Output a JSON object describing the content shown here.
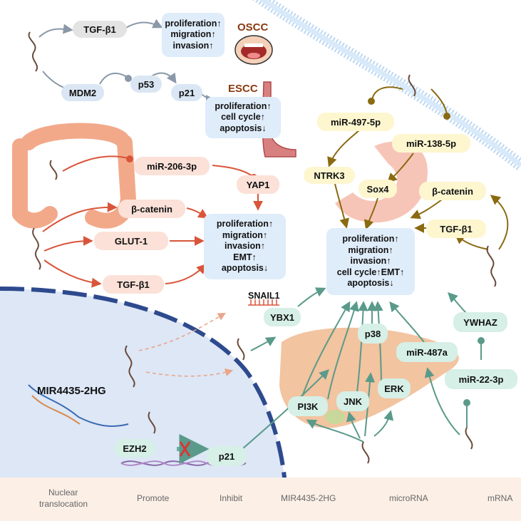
{
  "oscc": {
    "nodes": {
      "tgf": "TGF-β1"
    },
    "effects": [
      "proliferation↑",
      "migration↑",
      "invasion↑"
    ],
    "label": "OSCC"
  },
  "escc": {
    "nodes": {
      "mdm2": "MDM2",
      "p53": "p53",
      "p21": "p21"
    },
    "effects": [
      "proliferation↑",
      "cell cycle↑",
      "apoptosis↓"
    ],
    "label": "ESCC"
  },
  "crc": {
    "nodes": {
      "mir206": "miR-206-3p",
      "yap1": "YAP1",
      "bcat": "β-catenin",
      "glut1": "GLUT-1",
      "tgf": "TGF-β1"
    },
    "effects": [
      "proliferation↑",
      "migration↑",
      "invasion↑",
      "EMT↑",
      "apoptosis↓"
    ]
  },
  "gc": {
    "nodes": {
      "mir497": "miR-497-5p",
      "mir138": "miR-138-5p",
      "ntrk3": "NTRK3",
      "sox4": "Sox4",
      "bcat": "β-catenin",
      "tgf": "TGF-β1"
    },
    "effects": [
      "proliferation↑",
      "migration↑",
      "invasion↑",
      "cell cycle↑EMT↑",
      "apoptosis↓"
    ]
  },
  "hcc": {
    "nodes": {
      "snail1": "SNAIL1",
      "ybx1": "YBX1",
      "ywhaz": "YWHAZ",
      "mir487": "miR-487a",
      "mir22": "miR-22-3p",
      "p38": "p38",
      "pi3k": "PI3K",
      "jnk": "JNK",
      "erk": "ERK"
    }
  },
  "nucleus": {
    "gene": "MIR4435-2HG",
    "ezh2": "EZH2",
    "p21": "p21"
  },
  "legend": {
    "nuclear": [
      "Nuclear",
      "translocation"
    ],
    "promote": "Promote",
    "inhibit": "Inhibit",
    "lnc": "MIR4435-2HG",
    "mirna": "microRNA",
    "mrna": "mRNA"
  },
  "colors": {
    "oscc_arrow": "#8a98a8",
    "crc_arrow": "#d9553a",
    "gc_arrow": "#8a6a10",
    "hcc_arrow": "#5a9a8a",
    "nucleus": "#dde7f6",
    "title": "#8a3a10"
  }
}
